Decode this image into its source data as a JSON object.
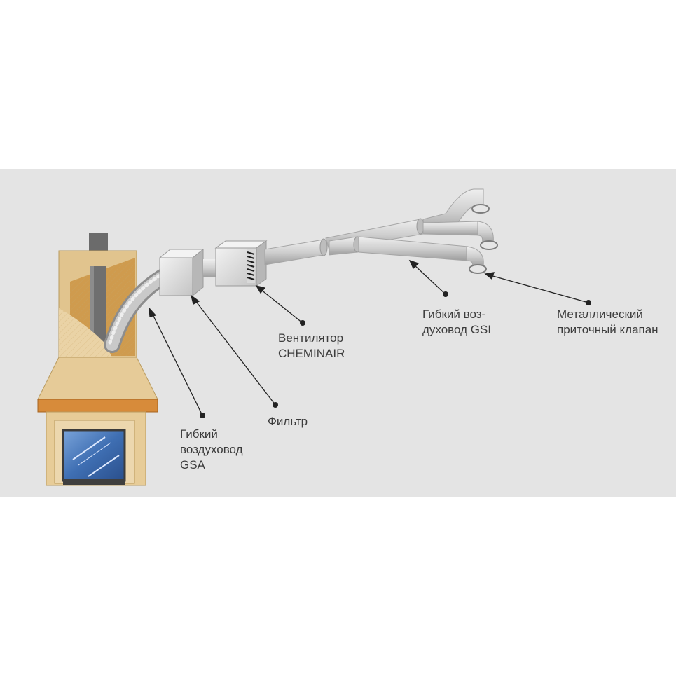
{
  "colors": {
    "panel_bg": "#e4e4e4",
    "wood": "#dcb97b",
    "wood_dark": "#c99a4d",
    "mantel": "#d78b3a",
    "fire_glow": "#c98a3a",
    "chimney": "#6b6b6b",
    "duct": "#cfcfcf",
    "duct_shade": "#a9a9a9",
    "glass": "#4f7fc0",
    "label": "#3c3c3c",
    "leader": "#222222"
  },
  "labels": {
    "gsa": [
      "Гибкий",
      "воздуховод",
      "GSA"
    ],
    "filter": [
      "Фильтр"
    ],
    "fan": [
      "Вентилятор",
      "CHEMINAIR"
    ],
    "gsi": [
      "Гибкий воз-",
      "духовод GSI"
    ],
    "valve": [
      "Металлический",
      "приточный клапан"
    ]
  }
}
